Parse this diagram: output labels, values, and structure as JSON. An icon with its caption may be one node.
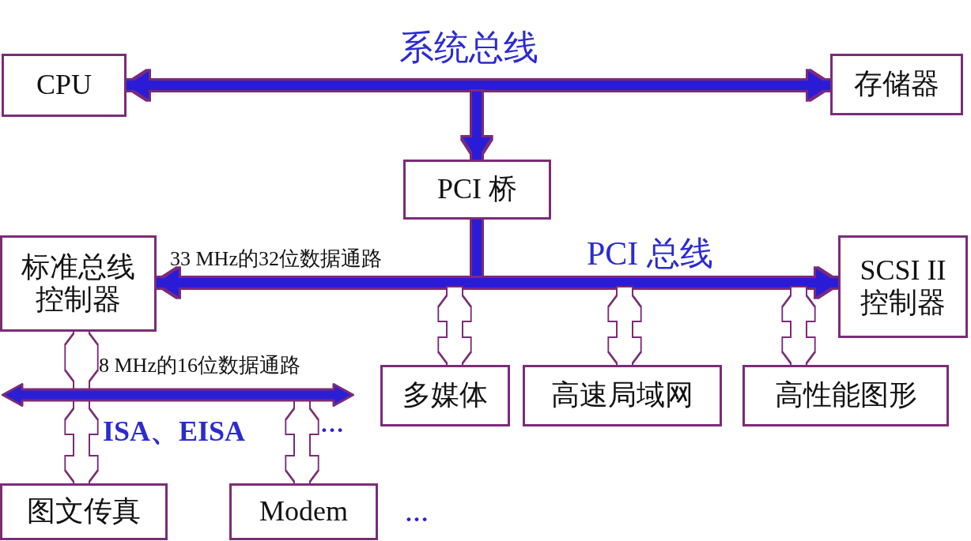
{
  "diagram": {
    "nodes": [
      {
        "text": [
          "CPU"
        ]
      },
      {
        "text": [
          "存储器"
        ]
      },
      {
        "text": [
          "PCI 桥"
        ]
      },
      {
        "text": [
          "标准总线控制器"
        ]
      },
      {
        "text": [
          "SCSI II 控制器"
        ]
      },
      {
        "text": [
          "多媒体"
        ]
      },
      {
        "text": [
          "高速局域网"
        ]
      },
      {
        "text": [
          "高性能图形"
        ]
      },
      {
        "text": [],
        "shape": "bar"
      },
      {
        "text": [
          "图文传真"
        ]
      },
      {
        "text": [
          "Modem"
        ]
      }
    ],
    "edges": [
      {
        "from": 0,
        "to": 1,
        "arrow": "both",
        "style": "thick",
        "color": "#2b1fd6"
      },
      {
        "from": null,
        "to": 2,
        "arrow": "to",
        "style": "thick",
        "color": "#2b1fd6"
      },
      {
        "from": 2,
        "to": null,
        "arrow": "none",
        "style": "thick",
        "color": "#2b1fd6"
      },
      {
        "from": 3,
        "to": 4,
        "arrow": "both",
        "style": "thick",
        "color": "#2b1fd6"
      },
      {
        "from": null,
        "to": 5,
        "arrow": "both"
      },
      {
        "from": null,
        "to": 6,
        "arrow": "both"
      },
      {
        "from": null,
        "to": 7,
        "arrow": "both"
      },
      {
        "from": 3,
        "to": 8,
        "arrow": "both"
      },
      {
        "from": 8,
        "to": 9,
        "arrow": "both"
      },
      {
        "from": 8,
        "to": 10,
        "arrow": "both"
      }
    ],
    "labels": [
      "系统总线",
      "33 MHz的32位数据通路",
      "PCI 总线",
      "8 MHz的16位数据通路",
      "ISA、EISA",
      "…",
      "…"
    ]
  }
}
